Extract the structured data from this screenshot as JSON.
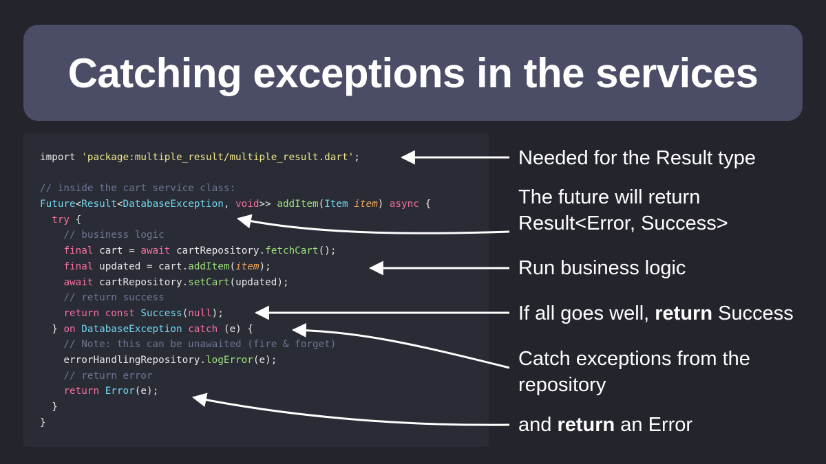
{
  "title": "Catching exceptions in the services",
  "code": {
    "lines": [
      [
        {
          "t": "import ",
          "c": "pl"
        },
        {
          "t": "'package:multiple_result/multiple_result.dart'",
          "c": "str"
        },
        {
          "t": ";",
          "c": "pl"
        }
      ],
      [],
      [
        {
          "t": "// inside the cart service class:",
          "c": "cm"
        }
      ],
      [
        {
          "t": "Future",
          "c": "ty"
        },
        {
          "t": "<",
          "c": "pl"
        },
        {
          "t": "Result",
          "c": "ty"
        },
        {
          "t": "<",
          "c": "pl"
        },
        {
          "t": "DatabaseException",
          "c": "ty"
        },
        {
          "t": ", ",
          "c": "pl"
        },
        {
          "t": "void",
          "c": "kw"
        },
        {
          "t": ">> ",
          "c": "pl"
        },
        {
          "t": "addItem",
          "c": "fn"
        },
        {
          "t": "(",
          "c": "pl"
        },
        {
          "t": "Item",
          "c": "ty"
        },
        {
          "t": " ",
          "c": "pl"
        },
        {
          "t": "item",
          "c": "pm"
        },
        {
          "t": ") ",
          "c": "pl"
        },
        {
          "t": "async",
          "c": "kw"
        },
        {
          "t": " {",
          "c": "pl"
        }
      ],
      [
        {
          "t": "  ",
          "c": "pl"
        },
        {
          "t": "try",
          "c": "kw"
        },
        {
          "t": " {",
          "c": "pl"
        }
      ],
      [
        {
          "t": "    // business logic",
          "c": "cm"
        }
      ],
      [
        {
          "t": "    ",
          "c": "pl"
        },
        {
          "t": "final",
          "c": "kw"
        },
        {
          "t": " cart = ",
          "c": "pl"
        },
        {
          "t": "await",
          "c": "kw"
        },
        {
          "t": " cartRepository.",
          "c": "pl"
        },
        {
          "t": "fetchCart",
          "c": "fn"
        },
        {
          "t": "();",
          "c": "pl"
        }
      ],
      [
        {
          "t": "    ",
          "c": "pl"
        },
        {
          "t": "final",
          "c": "kw"
        },
        {
          "t": " updated = cart.",
          "c": "pl"
        },
        {
          "t": "addItem",
          "c": "fn"
        },
        {
          "t": "(",
          "c": "pl"
        },
        {
          "t": "item",
          "c": "pm"
        },
        {
          "t": ");",
          "c": "pl"
        }
      ],
      [
        {
          "t": "    ",
          "c": "pl"
        },
        {
          "t": "await",
          "c": "kw"
        },
        {
          "t": " cartRepository.",
          "c": "pl"
        },
        {
          "t": "setCart",
          "c": "fn"
        },
        {
          "t": "(updated);",
          "c": "pl"
        }
      ],
      [
        {
          "t": "    // return success",
          "c": "cm"
        }
      ],
      [
        {
          "t": "    ",
          "c": "pl"
        },
        {
          "t": "return",
          "c": "kw"
        },
        {
          "t": " ",
          "c": "pl"
        },
        {
          "t": "const",
          "c": "kw"
        },
        {
          "t": " ",
          "c": "pl"
        },
        {
          "t": "Success",
          "c": "ty"
        },
        {
          "t": "(",
          "c": "pl"
        },
        {
          "t": "null",
          "c": "kw"
        },
        {
          "t": ");",
          "c": "pl"
        }
      ],
      [
        {
          "t": "  } ",
          "c": "pl"
        },
        {
          "t": "on",
          "c": "kw"
        },
        {
          "t": " ",
          "c": "pl"
        },
        {
          "t": "DatabaseException",
          "c": "ty"
        },
        {
          "t": " ",
          "c": "pl"
        },
        {
          "t": "catch",
          "c": "kw"
        },
        {
          "t": " (e) {",
          "c": "pl"
        }
      ],
      [
        {
          "t": "    // Note: this can be unawaited (fire & forget)",
          "c": "cm"
        }
      ],
      [
        {
          "t": "    errorHandlingRepository.",
          "c": "pl"
        },
        {
          "t": "logError",
          "c": "fn"
        },
        {
          "t": "(e);",
          "c": "pl"
        }
      ],
      [
        {
          "t": "    // return error",
          "c": "cm"
        }
      ],
      [
        {
          "t": "    ",
          "c": "pl"
        },
        {
          "t": "return",
          "c": "kw"
        },
        {
          "t": " ",
          "c": "pl"
        },
        {
          "t": "Error",
          "c": "ty"
        },
        {
          "t": "(e);",
          "c": "pl"
        }
      ],
      [
        {
          "t": "  }",
          "c": "pl"
        }
      ],
      [
        {
          "t": "}",
          "c": "pl"
        }
      ]
    ]
  },
  "annotations": {
    "import": {
      "text": "Needed for the Result type"
    },
    "future": {
      "line1": "The future will return",
      "line2": "Result<Error, Success>"
    },
    "logic": {
      "text": "Run business logic"
    },
    "success": {
      "pre": "If all goes well, ",
      "bold": "return",
      "post": " Success"
    },
    "catch": {
      "line1": "Catch exceptions from the",
      "line2": "repository"
    },
    "error": {
      "pre": "and ",
      "bold": "return",
      "post": " an Error"
    }
  },
  "colors": {
    "background": "#24252c",
    "title_bar": "#4a4d65",
    "code_panel": "#2a2c35",
    "keyword": "#f76fa4",
    "string": "#f1e68d",
    "comment": "#6f7594",
    "type": "#72d6f0",
    "function": "#9de07a",
    "parameter": "#f2a65a"
  }
}
